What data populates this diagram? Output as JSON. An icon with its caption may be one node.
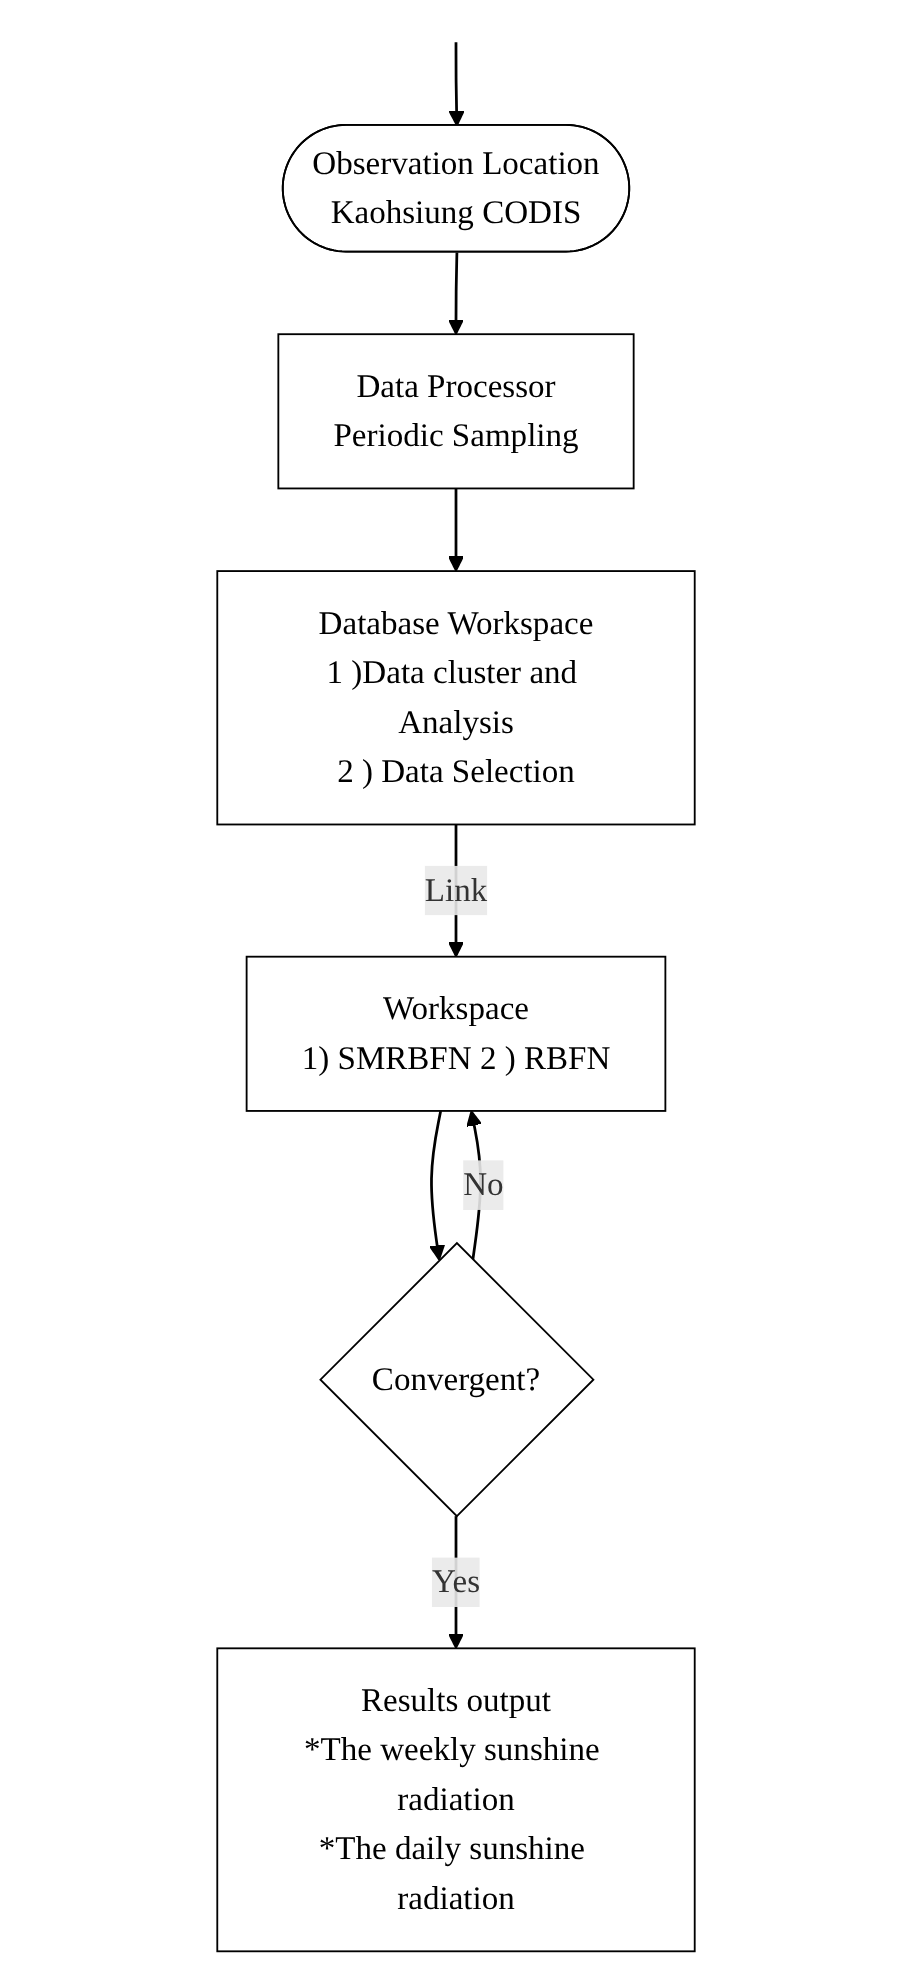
{
  "diagram": {
    "nodes": [
      {
        "text": [
          "Observation Location",
          "Kaohsiung CODIS"
        ]
      },
      {
        "text": [
          "Data Processor",
          "Periodic  Sampling"
        ]
      },
      {
        "text": [
          "Database Workspace",
          "1 )Data cluster and Analysis",
          "2 ) Data Selection"
        ]
      },
      {
        "text": [
          "Workspace",
          "1)  SMRBFN 2 ) RBFN"
        ]
      },
      {
        "text": [
          "Convergent?"
        ]
      },
      {
        "text": [
          "Results output",
          "*The weekly sunshine radiation",
          "*The daily sunshine radiation"
        ]
      }
    ],
    "edges": [
      {
        "from": null,
        "to": 0,
        "arrow": "to"
      },
      {
        "from": 0,
        "to": 1,
        "arrow": "to"
      },
      {
        "from": 1,
        "to": 2,
        "arrow": "to"
      },
      {
        "from": 2,
        "to": 3,
        "arrow": "to",
        "label": "Link"
      },
      {
        "from": 3,
        "to": 4,
        "arrow": "to"
      },
      {
        "from": 4,
        "to": 3,
        "arrow": "to",
        "label": "No"
      },
      {
        "from": 4,
        "to": 5,
        "arrow": "to",
        "label": "Yes"
      }
    ]
  }
}
